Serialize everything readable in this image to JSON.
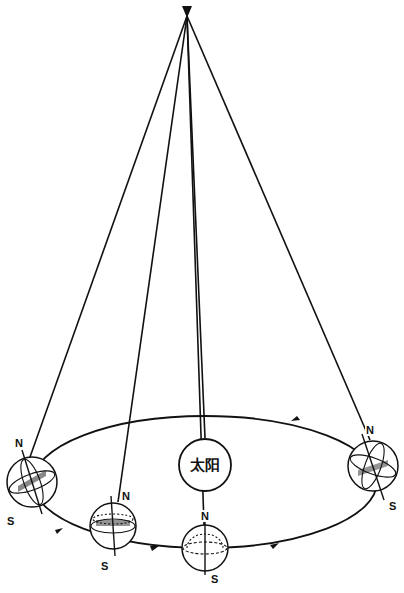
{
  "diagram": {
    "nodes": [
      {
        "text": [
          "太阳"
        ]
      }
    ],
    "labels": [
      "N",
      "S",
      "N",
      "S",
      "N",
      "S",
      "N",
      "S"
    ]
  }
}
